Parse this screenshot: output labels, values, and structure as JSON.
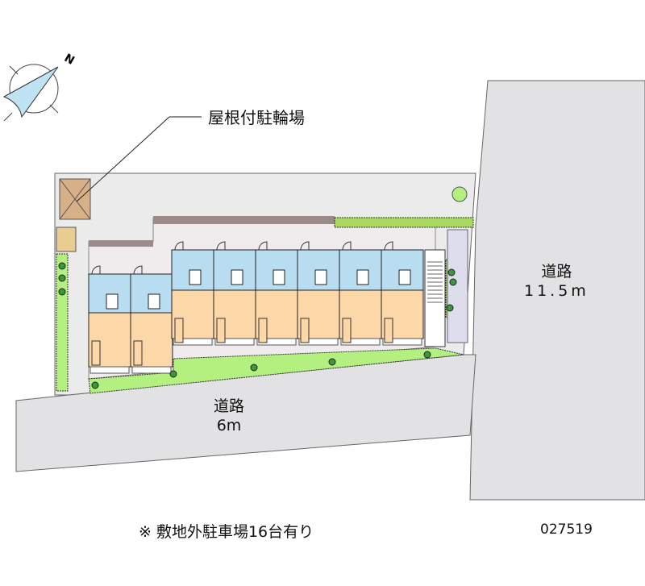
{
  "compass": {
    "north_label": "N"
  },
  "labels": {
    "bicycle_parking": "屋根付駐輪場",
    "road_right": {
      "name": "道路",
      "width": "11.5m"
    },
    "road_bottom": {
      "name": "道路",
      "width": "6m"
    }
  },
  "footer": {
    "note": "※ 敷地外駐車場16台有り",
    "property_id": "027519"
  },
  "colors": {
    "road": "#e2e2e4",
    "lot": "#ebebeb",
    "unit_wet": "#b8dcf0",
    "unit_room": "#fcd7a8",
    "green": "#b4f080",
    "bike": "#d8b088"
  }
}
